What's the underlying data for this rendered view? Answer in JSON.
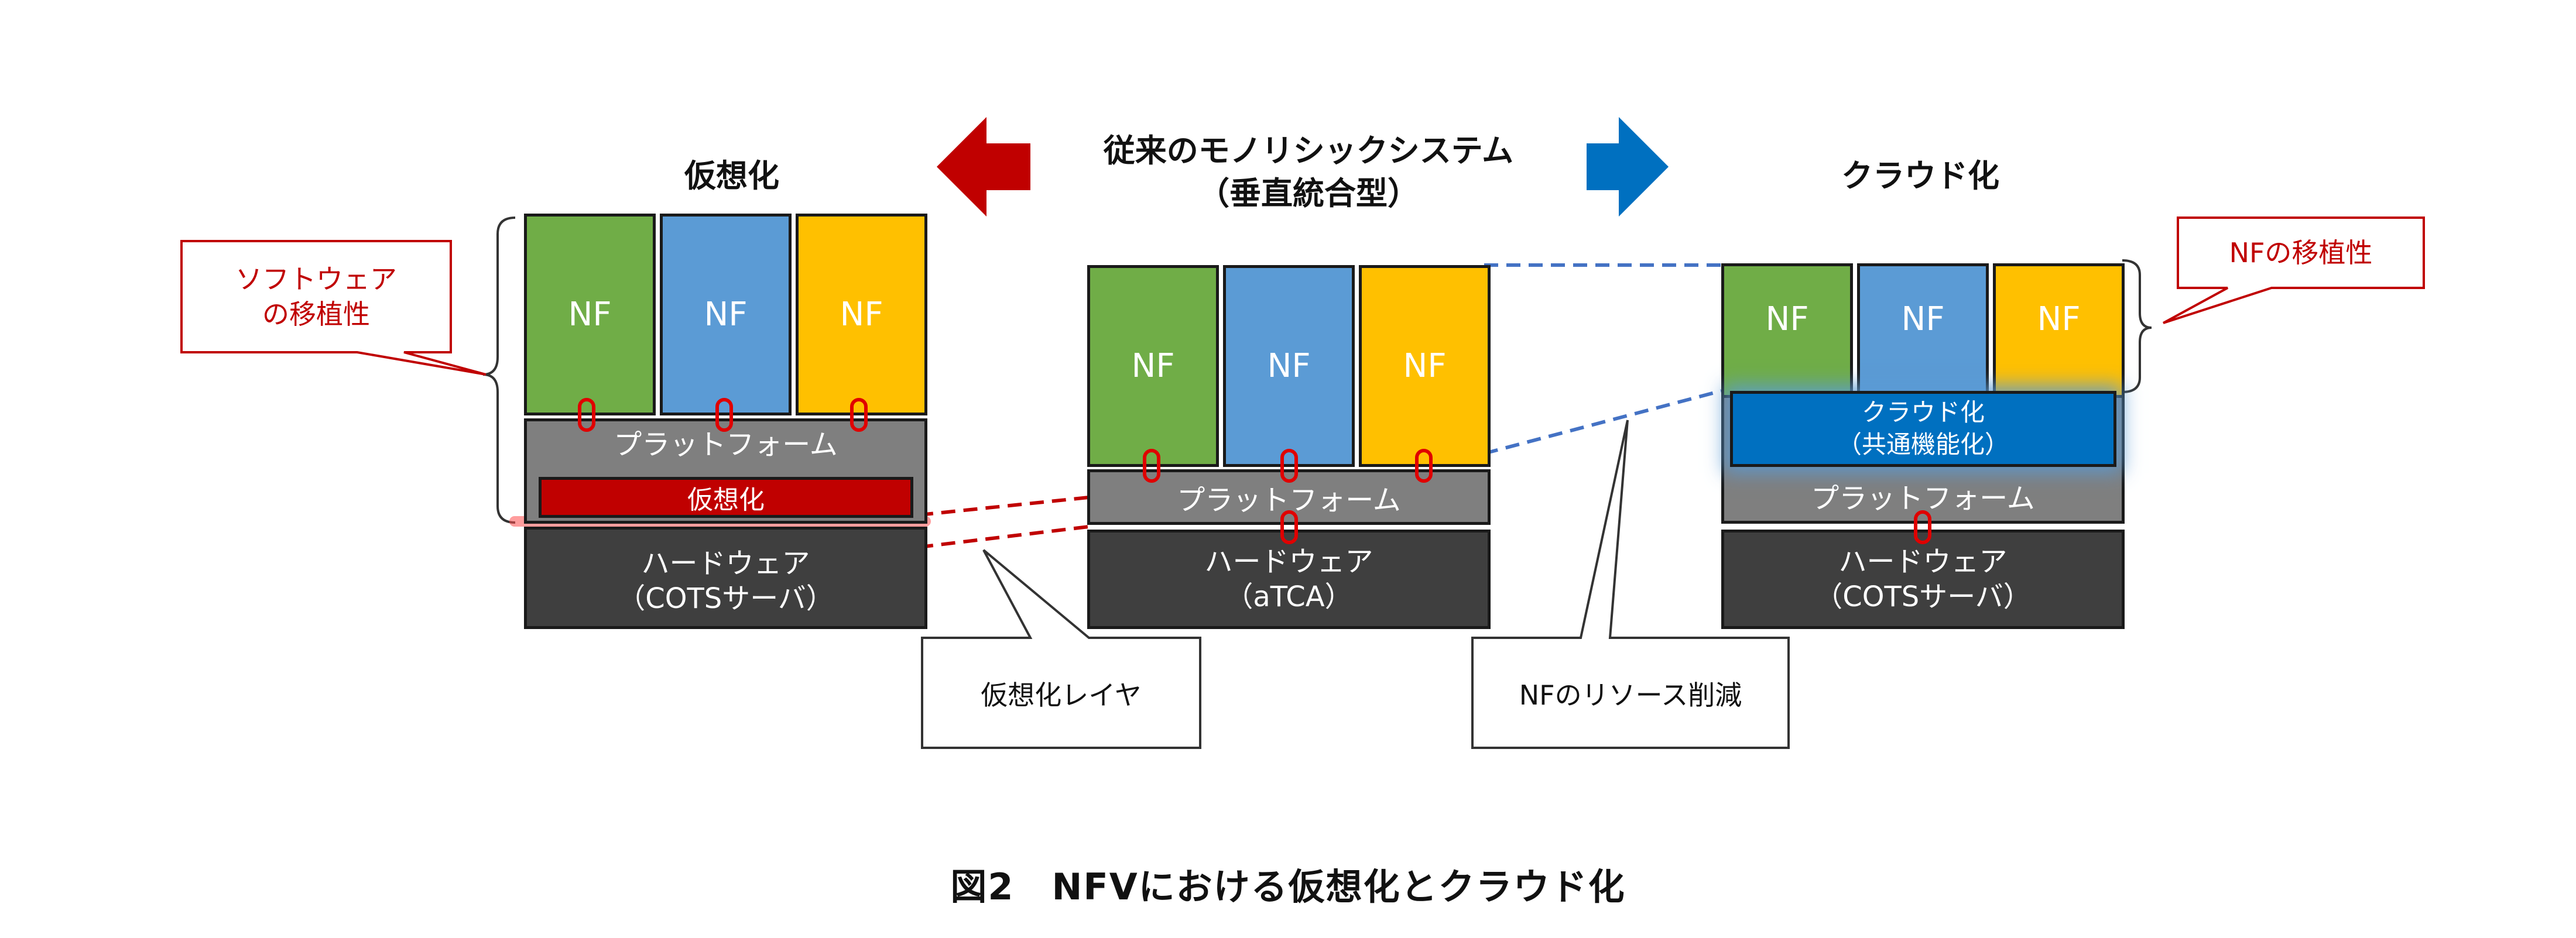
{
  "figure": {
    "caption": "図2　NFVにおける仮想化とクラウド化",
    "colors": {
      "nf_green": "#70ad47",
      "nf_blue": "#5b9bd5",
      "nf_yellow": "#ffc000",
      "platform": "#7f7f7f",
      "hardware": "#3f3f3f",
      "virtualization": "#c00000",
      "cloud": "#0070c0",
      "arrow_left": "#c00000",
      "arrow_right": "#0070c0"
    }
  },
  "center_title": {
    "line1": "従来のモノリシックシステム",
    "line2": "（垂直統合型）"
  },
  "left": {
    "heading": "仮想化",
    "nf_labels": [
      "NF",
      "NF",
      "NF"
    ],
    "platform_label": "プラットフォーム",
    "virtualization_label": "仮想化",
    "hardware_line1": "ハードウェア",
    "hardware_line2": "（COTSサーバ）",
    "callout_line1": "ソフトウェア",
    "callout_line2": "の移植性",
    "bottom_callout": "仮想化レイヤ"
  },
  "middle": {
    "nf_labels": [
      "NF",
      "NF",
      "NF"
    ],
    "platform_label": "プラットフォーム",
    "hardware_line1": "ハードウェア",
    "hardware_line2": "（aTCA）",
    "bottom_callout": "NFのリソース削減"
  },
  "right": {
    "heading": "クラウド化",
    "nf_labels": [
      "NF",
      "NF",
      "NF"
    ],
    "cloud_line1": "クラウド化",
    "cloud_line2": "（共通機能化）",
    "platform_label": "プラットフォーム",
    "hardware_line1": "ハードウェア",
    "hardware_line2": "（COTSサーバ）",
    "callout": "NFの移植性"
  }
}
